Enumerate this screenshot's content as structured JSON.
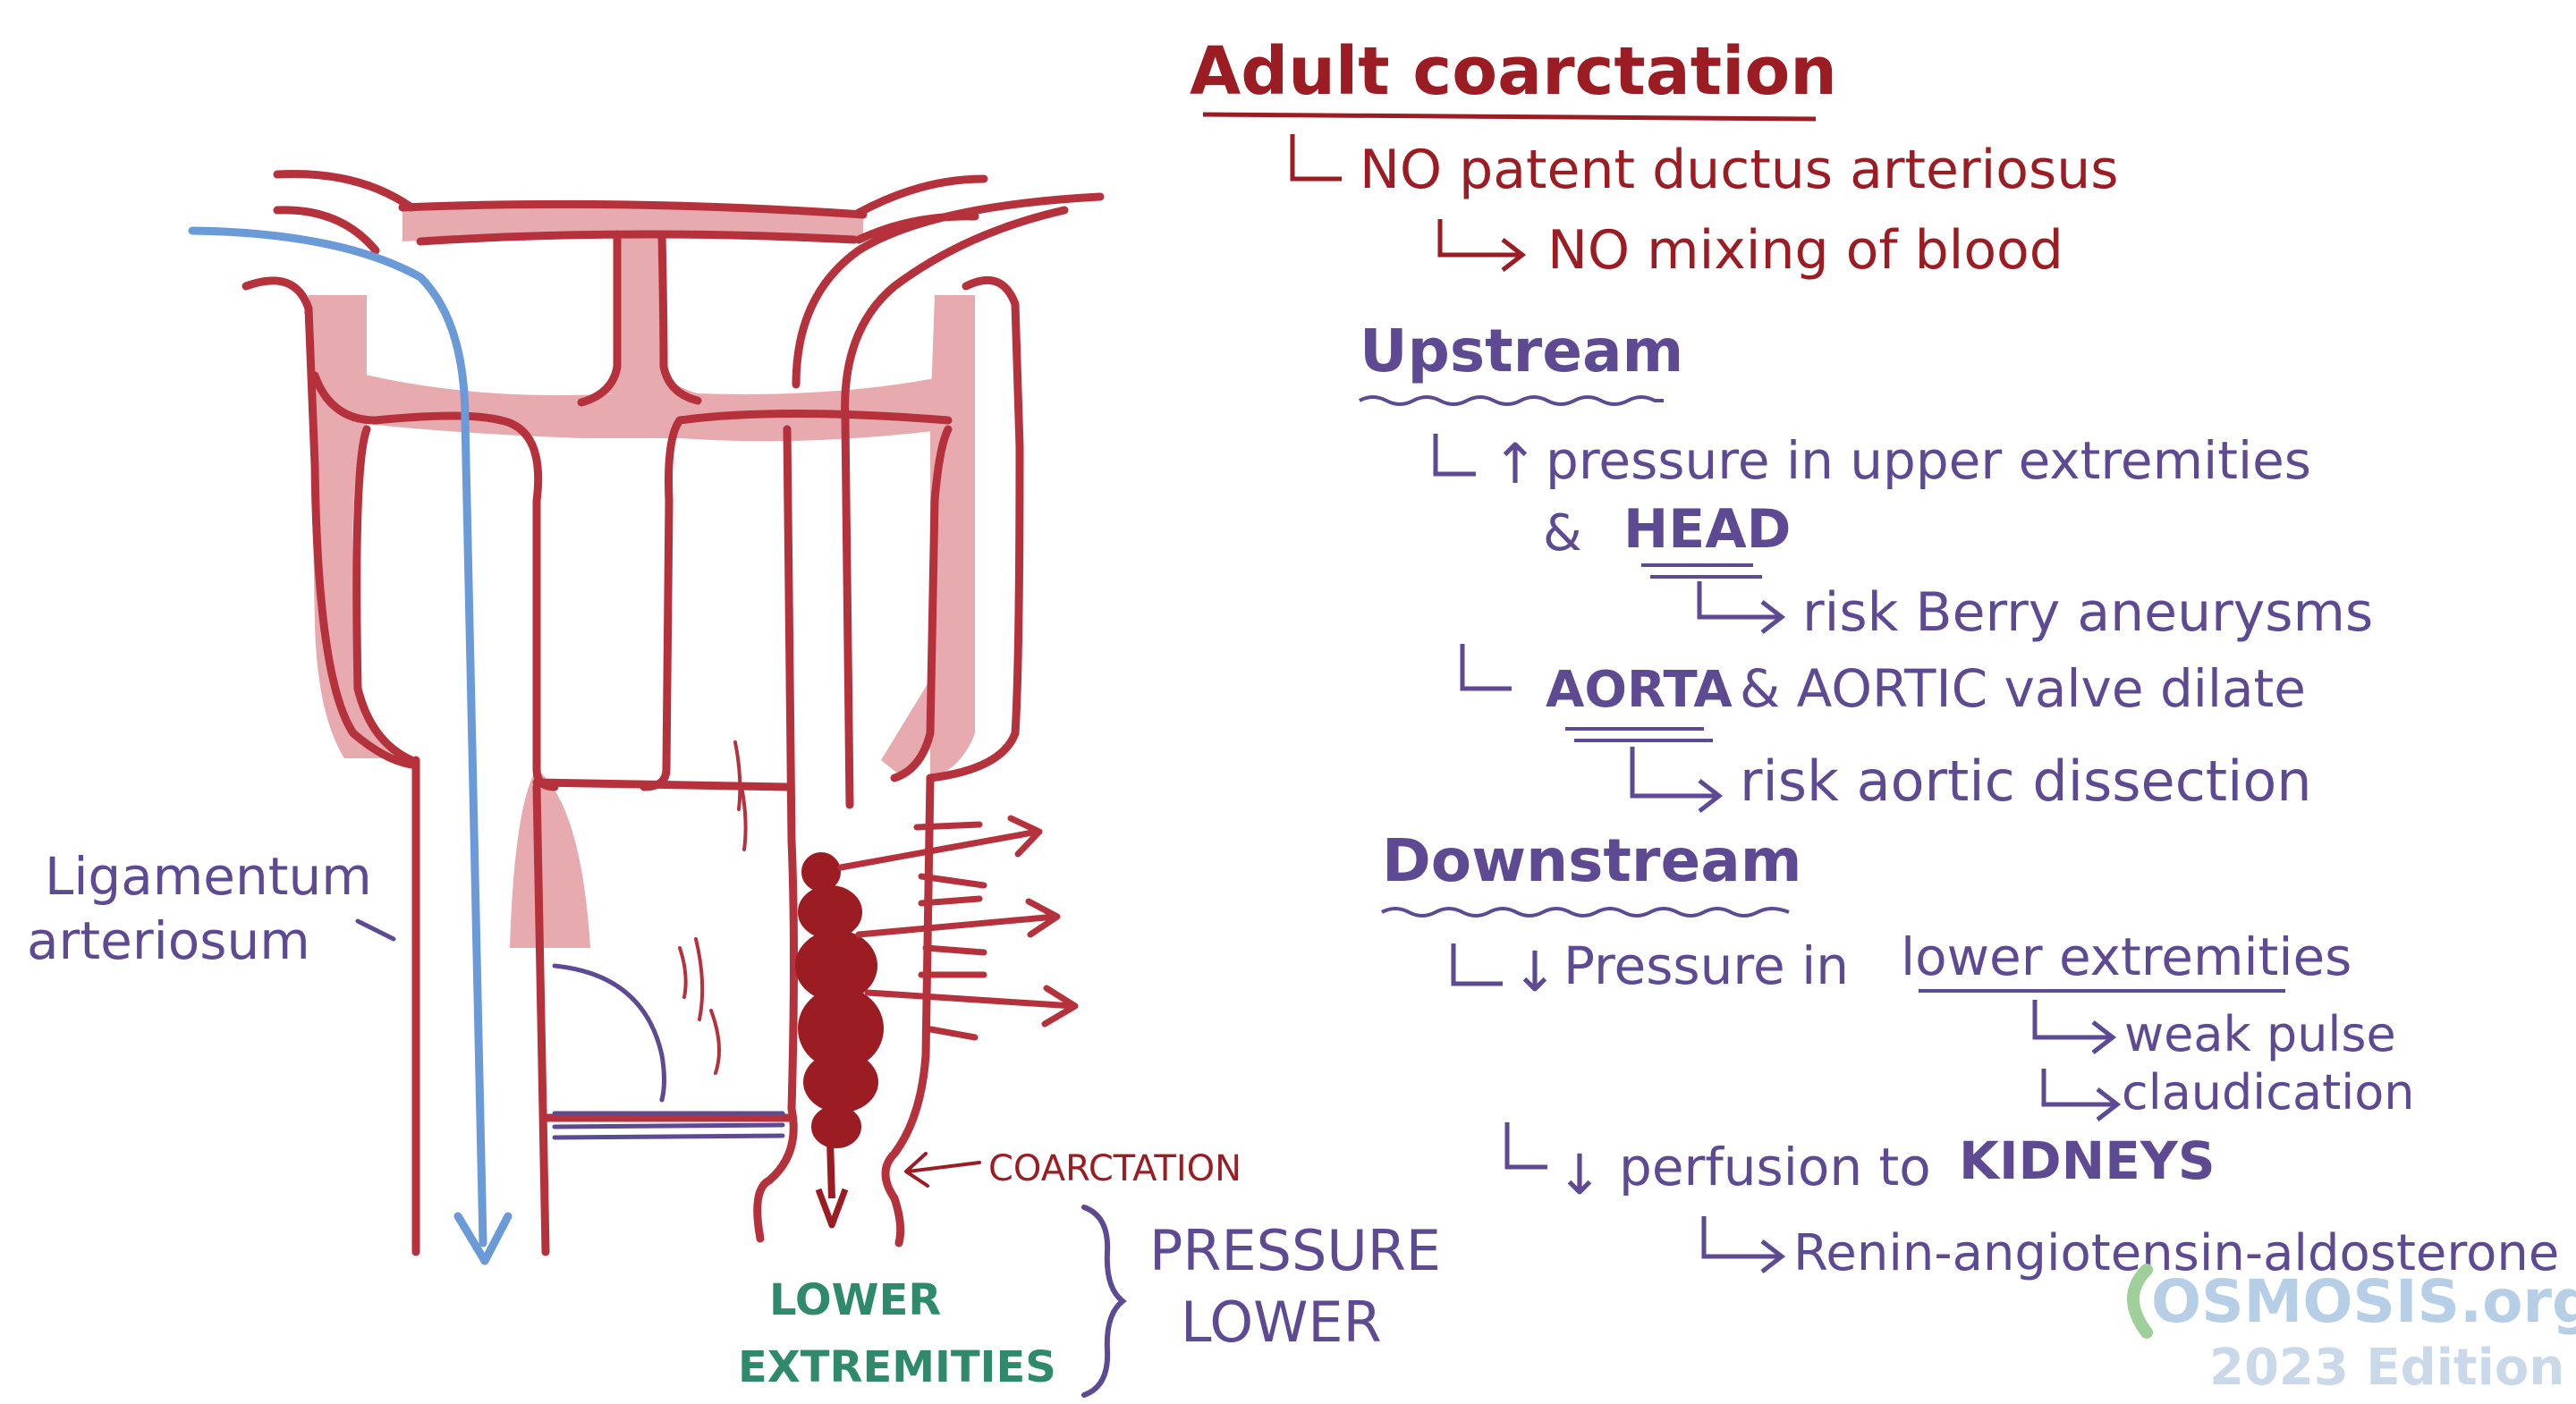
{
  "colors": {
    "red": "#b5323c",
    "red_fill": "#e7aaae",
    "dark_red": "#9b1c22",
    "purple": "#5e4a92",
    "blue": "#6a9ad8",
    "green": "#2f8a6c",
    "watermark_green": "#9fcf9a",
    "watermark_blue": "#b7cfe6"
  },
  "title": "Adult coarctation",
  "notes": {
    "no_pda": "NO patent ductus arteriosus",
    "no_mixing": "NO mixing of blood",
    "upstream": {
      "heading": "Upstream",
      "pressure_up": "pressure in upper extremities",
      "and": "&",
      "head": "HEAD",
      "berry": "risk Berry aneurysms",
      "aorta": "AORTA",
      "aortic_valve_dilate": "& AORTIC valve dilate",
      "dissection": "risk aortic dissection"
    },
    "downstream": {
      "heading": "Downstream",
      "pressure_down": "Pressure in",
      "lower_ext": "lower extremities",
      "weak_pulse": "weak pulse",
      "claudication": "claudication",
      "perfusion": "perfusion to",
      "kidneys": "KIDNEYS",
      "raas": "Renin-angiotensin-aldosterone"
    }
  },
  "diagram_labels": {
    "ligamentum_line1": "Ligamentum",
    "ligamentum_line2": "arteriosum",
    "coarctation": "COARCTATION",
    "lower_line1": "LOWER",
    "lower_line2": "EXTREMITIES",
    "pressure_line1": "PRESSURE",
    "pressure_line2": "LOWER"
  },
  "icons": {
    "up_arrow": "↑",
    "down_arrow": "↓"
  },
  "watermark": {
    "brand": "OSMOSIS.org",
    "edition": "2023 Edition"
  }
}
